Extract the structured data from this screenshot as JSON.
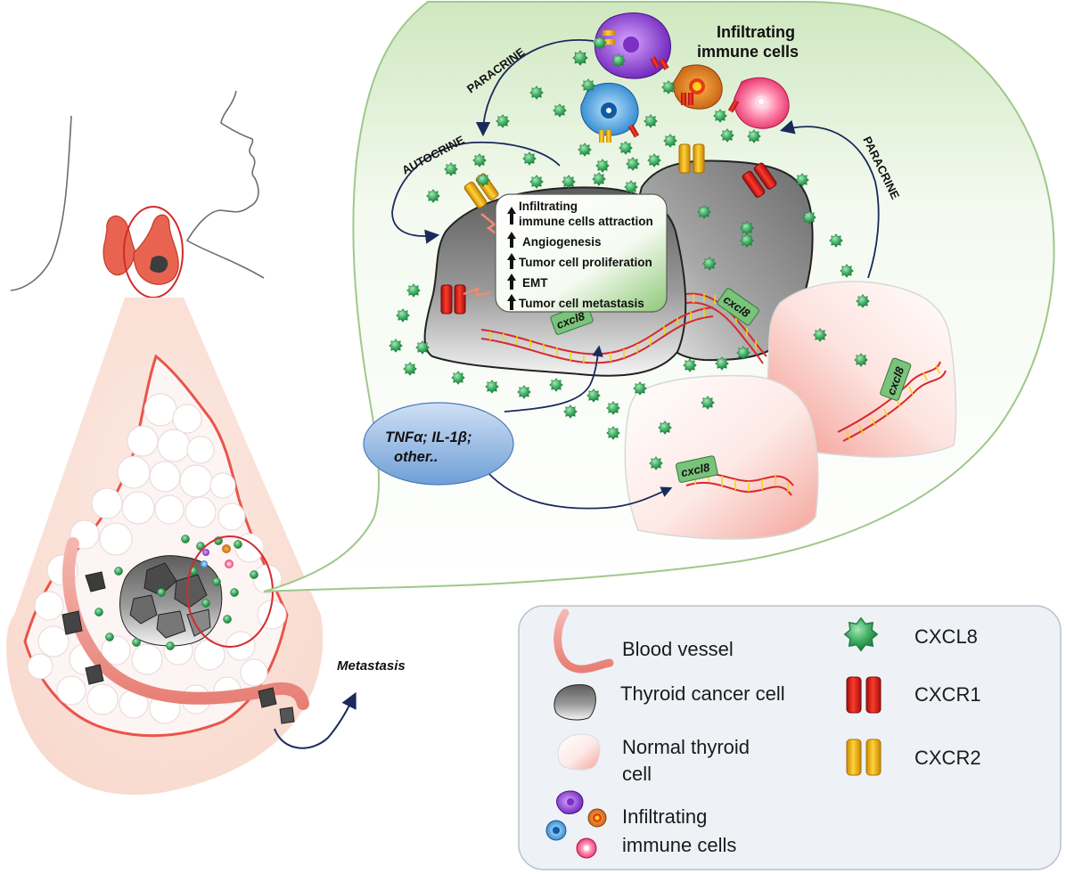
{
  "labels": {
    "paracrine_left": "PARACRINE",
    "autocrine": "AUTOCRINE",
    "paracrine_right": "PARACRINE",
    "infiltrating_title_line1": "Infiltrating",
    "infiltrating_title_line2": "immune cells",
    "metastasis": "Metastasis",
    "stimuli_line1": "TNFα; IL-1β;",
    "stimuli_line2": "other..",
    "gene": "cxcl8"
  },
  "effects_box": {
    "items": [
      "Infiltrating",
      "immune cells attraction",
      "Angiogenesis",
      "Tumor cell proliferation",
      "EMT",
      "Tumor cell metastasis"
    ]
  },
  "legend": {
    "blood_vessel": "Blood vessel",
    "thyroid_cancer_cell": "Thyroid cancer cell",
    "normal_thyroid_line1": "Normal thyroid",
    "normal_thyroid_line2": "cell",
    "immune_line1": "Infiltrating",
    "immune_line2": "immune cells",
    "cxcl8": "CXCL8",
    "cxcr1": "CXCR1",
    "cxcr2": "CXCR2"
  },
  "colors": {
    "cxcl8_green": "#2e9a52",
    "cxcr1_red": "#d42020",
    "cxcr2_yellow": "#f0b000",
    "arrow_navy": "#1a2a5c",
    "zoom_outline": "#9fc88a",
    "legend_bg": "#eef2f7"
  }
}
